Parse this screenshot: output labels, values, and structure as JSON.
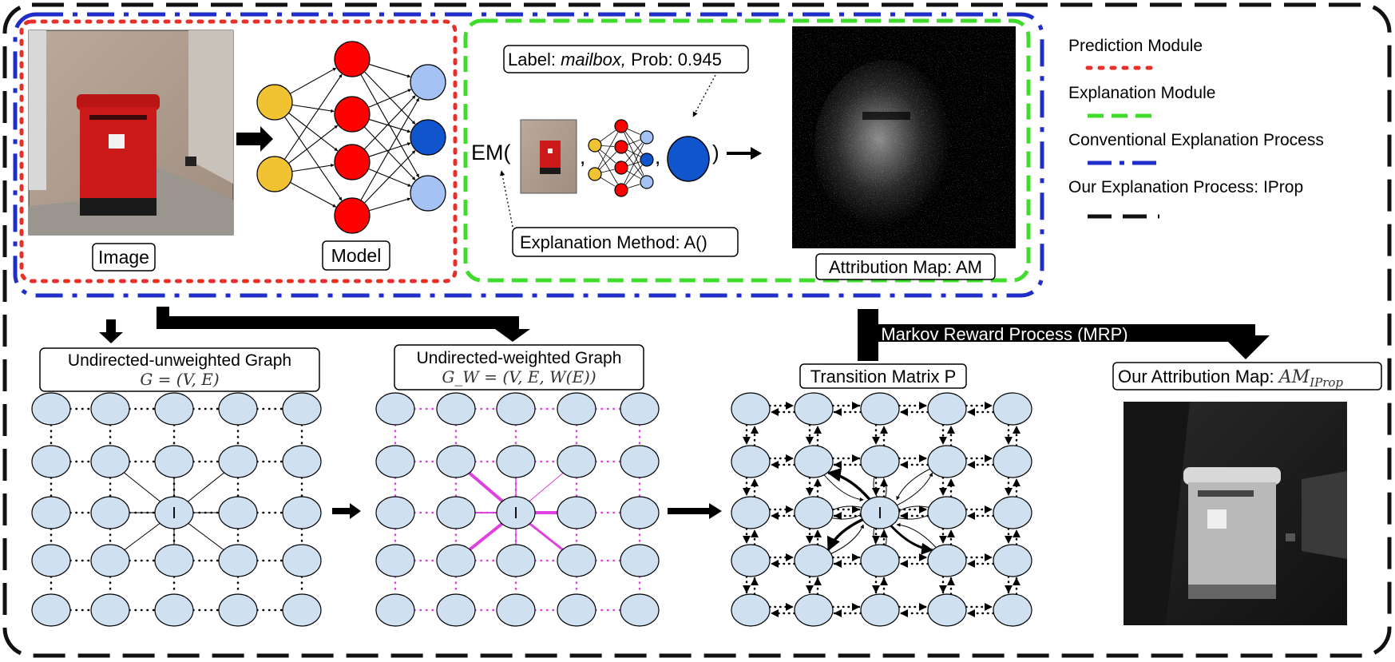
{
  "prediction": {
    "image_label": "Image",
    "model_label": "Model"
  },
  "explanation": {
    "em_text": "EM(",
    "comma1": ",",
    "comma2": ",",
    "close_paren": ")",
    "label_prefix": "Label: ",
    "label_value": "mailbox,",
    "prob_text": " Prob: 0.945",
    "method_label": "Explanation Method: A()",
    "attribution_label": "Attribution Map: AM"
  },
  "legend": {
    "items": [
      {
        "label": "Prediction Module",
        "color": "#e8302a",
        "style": "dotted"
      },
      {
        "label": "Explanation Module",
        "color": "#3fdc2c",
        "style": "dashed"
      },
      {
        "label": "Conventional Explanation Process",
        "color": "#1f2ec8",
        "style": "dashdot"
      },
      {
        "label": "Our Explanation Process: IProp",
        "color": "#111111",
        "style": "longdash"
      }
    ]
  },
  "graphs": {
    "unweighted": {
      "title": "Undirected-unweighted Graph",
      "formula": "G = (V, E)",
      "center": "I"
    },
    "weighted": {
      "title": "Undirected-weighted Graph",
      "formula": "G_W = (V, E, W(E))",
      "center": "I"
    },
    "transition": {
      "title": "Transition Matrix P",
      "center": "I"
    },
    "mrp_label": "Markov Reward Process (MRP)",
    "ours_label": "Our Attribution Map: ",
    "ours_math": "AM",
    "ours_sub": "IProp"
  },
  "colors": {
    "node_fill": "#cfe0f1",
    "neuron_input": "#f1c232",
    "neuron_hidden": "#ff0000",
    "neuron_output_light": "#a4c2f4",
    "neuron_output_dark": "#1155cc",
    "weighted_edge": "#e040e0",
    "postbox_red": "#cc1a1a"
  }
}
